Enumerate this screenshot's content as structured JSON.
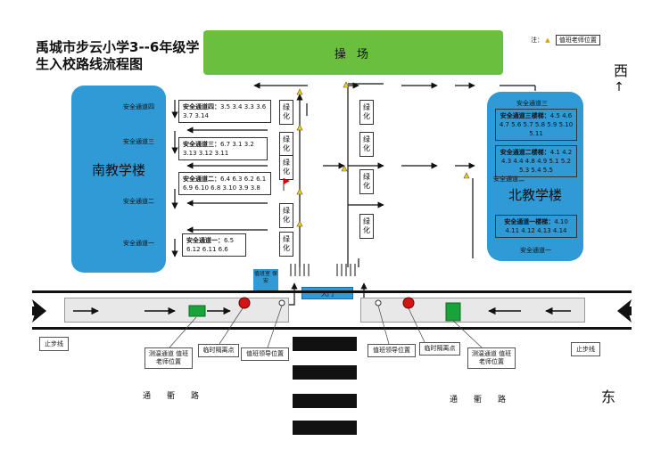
{
  "title": "禹城市步云小学3--6年级学生入校路线流程图",
  "playground": "操  场",
  "legend": {
    "prefix": "注：",
    "label": "值班老师位置"
  },
  "direction_west": "西",
  "direction_east": "东",
  "south_building": {
    "name": "南教学楼",
    "channels": [
      "安全通道四",
      "安全通道三",
      "安全通道二",
      "安全通道一"
    ]
  },
  "north_building": {
    "name": "北教学楼",
    "channel_top": "安全通道三",
    "channel_mid": "安全通道二",
    "channel_bottom": "安全通道一"
  },
  "south_groups": [
    {
      "title": "安全通道四：",
      "classes": "3.5  3.4  3.3  3.6  3.7  3.14"
    },
    {
      "title": "安全通道三：",
      "classes": "6.7  3.1  3.2  3.13  3.12  3.11"
    },
    {
      "title": "安全通道二：",
      "classes": "6.4  6.3  6.2  6.1  6.9  6.10  6.8  3.10  3.9  3.8"
    },
    {
      "title": "安全通道一：",
      "classes": "6.5  6.12  6.11  6.6"
    }
  ],
  "north_groups": [
    {
      "title": "安全通道三楼梯：",
      "classes": "4.5  4.6  4.7  5.6  5.7  5.8  5.9  5.10  5.11"
    },
    {
      "title": "安全通道二楼梯：",
      "classes": "4.1  4.2  4.3  4.4  4.8  4.9  5.1  5.2  5.3  5.4  5.5"
    },
    {
      "title": "安全通道一楼梯：",
      "classes": "4.10  4.11  4.12  4.13  4.14"
    }
  ],
  "greenery": "绿化",
  "gate": "大门",
  "gate_box": "值班室 保安",
  "callouts": {
    "left_temp_check": "测温通道 值班老师位置",
    "left_isolation": "临时隔离点",
    "left_guide": "值班领导位置",
    "right_guide": "值班领导位置",
    "right_isolation": "临时隔离点",
    "right_temp_check": "测温通道 值班老师位置"
  },
  "stop_line": "止步线",
  "street_name": "通衢路"
}
